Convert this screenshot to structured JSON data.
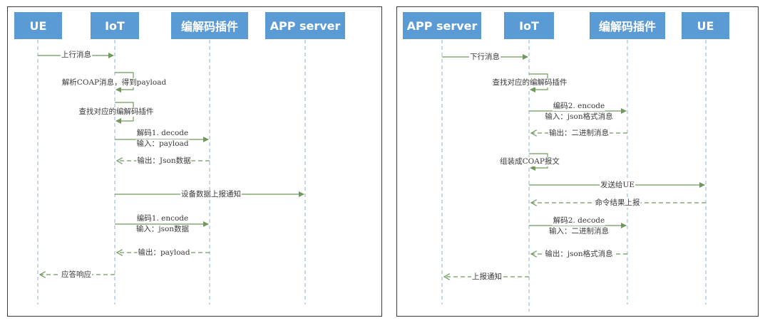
{
  "colors": {
    "header_bg": "#5b9bd5",
    "arrow": "#6f9a5c",
    "lifeline": "#8fb1cf",
    "frame": "#3a3a3a"
  },
  "uplink": {
    "participants": [
      "UE",
      "IoT",
      "编解码插件",
      "APP server"
    ],
    "messages": {
      "m1": "上行消息",
      "m2": "解析COAP消息，得到payload",
      "m3": "查找对应的编解码插件",
      "m4_line1": "解码1. decode",
      "m4_line2": "输入：payload",
      "m5": "输出：Json数据",
      "m6": "设备数据上报通知",
      "m7_line1": "编码1. encode",
      "m7_line2": "输入：json数据",
      "m8": "输出：payload",
      "m9": "应答响应"
    }
  },
  "downlink": {
    "participants": [
      "APP server",
      "IoT",
      "编解码插件",
      "UE"
    ],
    "messages": {
      "m1": "下行消息",
      "m2": "查找对应的编解码插件",
      "m3_line1": "编码2. encode",
      "m3_line2": "输入：json格式消息",
      "m4": "输出：二进制消息",
      "m5": "组装成COAP报文",
      "m6": "发送给UE",
      "m7": "命令结果上报",
      "m8_line1": "解码2. decode",
      "m8_line2": "输入：二进制消息",
      "m9": "输出：json格式消息",
      "m10": "上报通知"
    }
  }
}
